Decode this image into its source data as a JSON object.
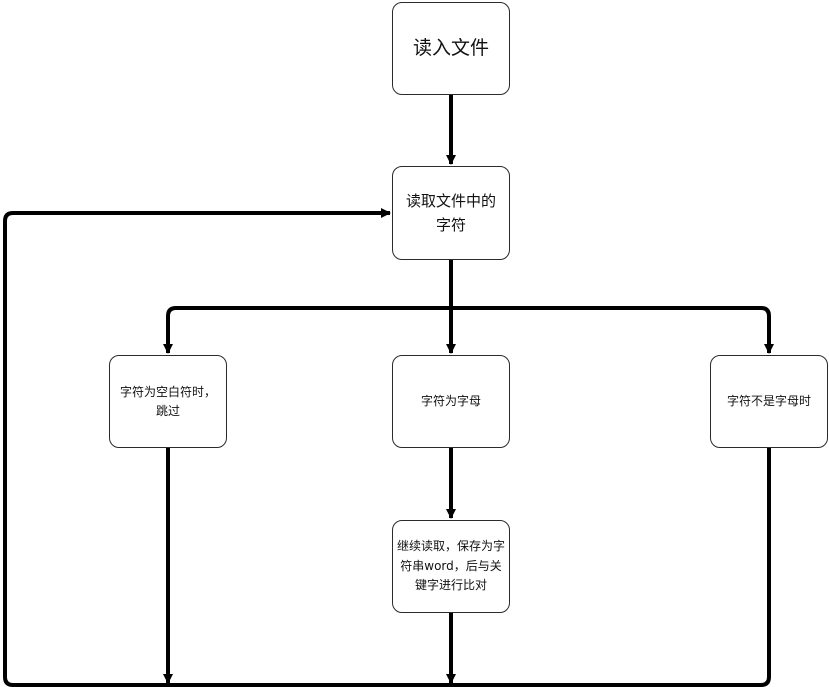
{
  "diagram": {
    "type": "flowchart",
    "line_color": "#000000",
    "node_border_color": "#2b2b2b",
    "background": "#ffffff",
    "nodes": [
      {
        "id": "read_file",
        "label": "读入文件"
      },
      {
        "id": "read_char",
        "label": "读取文件中的字符"
      },
      {
        "id": "is_whitespace",
        "label": "字符为空白符时，跳过"
      },
      {
        "id": "is_letter",
        "label": "字符为字母"
      },
      {
        "id": "not_letter",
        "label": "字符不是字母时"
      },
      {
        "id": "build_word",
        "label": "继续读取，保存为字符串word，后与关键字进行比对"
      }
    ],
    "edges": [
      {
        "from": "read_file",
        "to": "read_char"
      },
      {
        "from": "read_char",
        "to": "is_whitespace"
      },
      {
        "from": "read_char",
        "to": "is_letter"
      },
      {
        "from": "read_char",
        "to": "not_letter"
      },
      {
        "from": "is_letter",
        "to": "build_word"
      },
      {
        "from": "is_whitespace",
        "to": "loop_bus"
      },
      {
        "from": "build_word",
        "to": "loop_bus"
      },
      {
        "from": "not_letter",
        "to": "loop_bus"
      },
      {
        "from": "loop_bus",
        "to": "read_char"
      }
    ]
  }
}
